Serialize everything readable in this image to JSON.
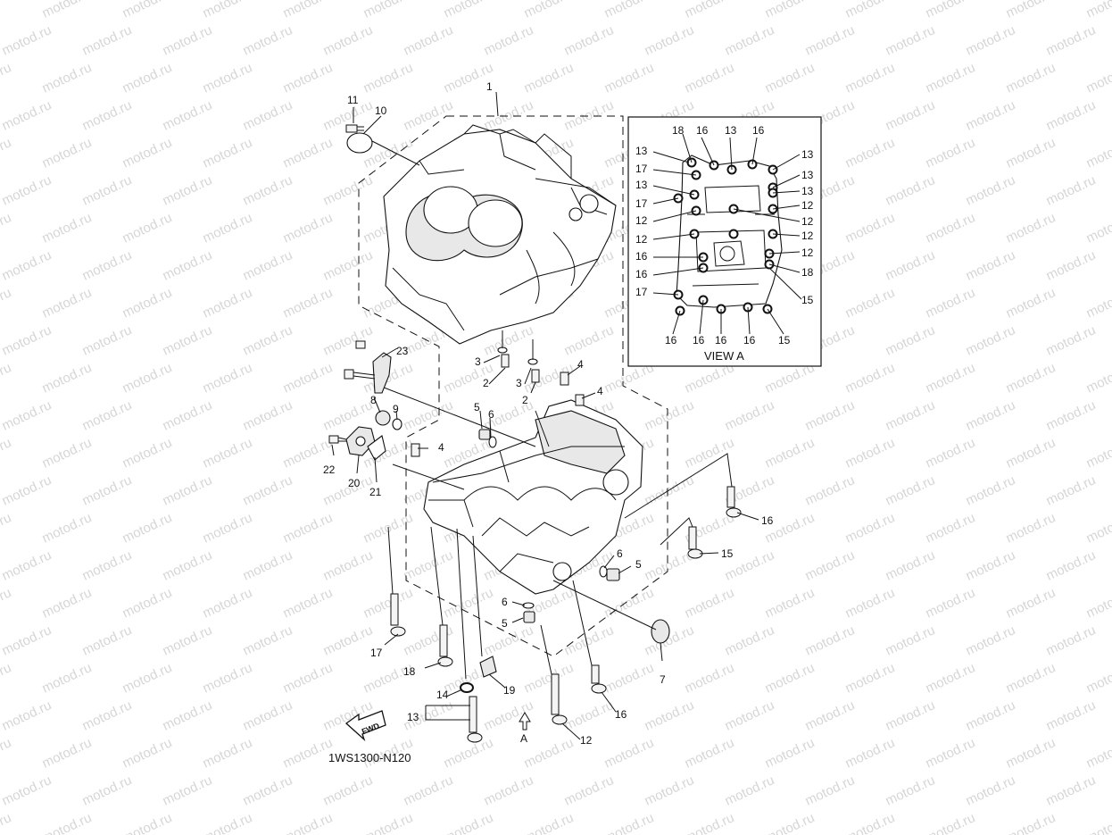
{
  "watermark": "motod.ru",
  "diagram_code": "1WS1300-N120",
  "view_title": "VIEW A",
  "arrow_label": "A",
  "fwd_label": "FWD",
  "callouts": {
    "c1": "1",
    "c2a": "2",
    "c2b": "2",
    "c3a": "3",
    "c3b": "3",
    "c4a": "4",
    "c4b": "4",
    "c4c": "4",
    "c5a": "5",
    "c5b": "5",
    "c5c": "5",
    "c6a": "6",
    "c6b": "6",
    "c6c": "6",
    "c7": "7",
    "c8": "8",
    "c9": "9",
    "c10": "10",
    "c11": "11",
    "c12": "12",
    "c13": "13",
    "c14": "14",
    "c15": "15",
    "c16a": "16",
    "c16b": "16",
    "c17": "17",
    "c18": "18",
    "c19": "19",
    "c20": "20",
    "c21": "21",
    "c22": "22",
    "c23": "23"
  },
  "view_a_callouts": {
    "top": [
      "18",
      "16",
      "13",
      "16"
    ],
    "left": [
      "13",
      "17",
      "13",
      "17",
      "12",
      "12",
      "16",
      "16",
      "17"
    ],
    "right": [
      "13",
      "13",
      "13",
      "12",
      "12",
      "12",
      "12",
      "18",
      "15"
    ],
    "bottom": [
      "16",
      "16",
      "16",
      "16",
      "15"
    ]
  }
}
